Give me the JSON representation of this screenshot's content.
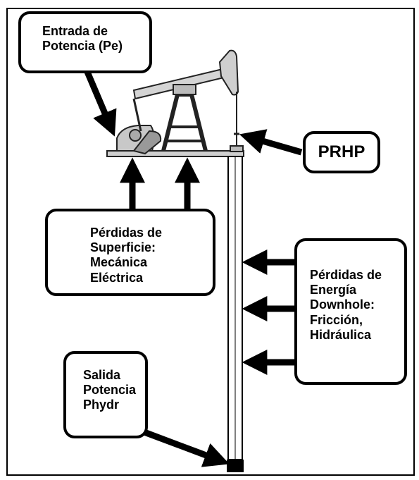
{
  "labels": {
    "input_line1": "Entrada de",
    "input_line2": "Potencia (Pe)",
    "prhp": "PRHP",
    "surface_line1": "Pérdidas de",
    "surface_line2": "Superficie:",
    "surface_line3": "Mecánica",
    "surface_line4": "Eléctrica",
    "downhole_line1": "Pérdidas de",
    "downhole_line2": "Energía",
    "downhole_line3": "Downhole:",
    "downhole_line4": "Fricción,",
    "downhole_line5": "Hidráulica",
    "output_line1": "Salida",
    "output_line2": "Potencia",
    "output_line3": "Phydr"
  }
}
